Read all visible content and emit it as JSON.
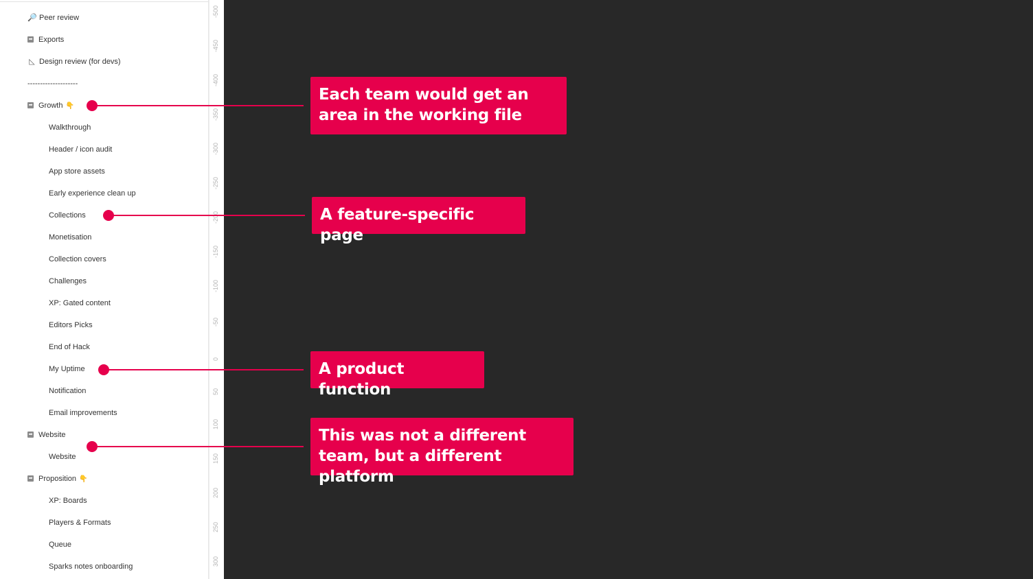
{
  "pages": [
    {
      "label": "Peer review",
      "icon": "🔎",
      "iconName": "magnifier-icon",
      "indent": 0
    },
    {
      "label": "Exports",
      "icon": "➡",
      "iconName": "arrow-box-icon",
      "indent": 0
    },
    {
      "label": "Design review (for devs)",
      "icon": "◺",
      "iconName": "triangle-ruler-icon",
      "indent": 0
    },
    {
      "label": "--------------------",
      "indent": 0,
      "divider": true
    },
    {
      "label": "Growth",
      "icon": "➡",
      "iconName": "arrow-box-icon",
      "indent": 0,
      "trail": "👇"
    },
    {
      "label": "Walkthrough",
      "indent": 1
    },
    {
      "label": "Header / icon audit",
      "indent": 1
    },
    {
      "label": "App store assets",
      "indent": 1
    },
    {
      "label": "Early experience clean up",
      "indent": 1
    },
    {
      "label": "Collections",
      "indent": 1
    },
    {
      "label": "Monetisation",
      "indent": 1
    },
    {
      "label": "Collection covers",
      "indent": 1
    },
    {
      "label": "Challenges",
      "indent": 1
    },
    {
      "label": "XP: Gated content",
      "indent": 1
    },
    {
      "label": "Editors Picks",
      "indent": 1
    },
    {
      "label": "End of Hack",
      "indent": 1
    },
    {
      "label": "My Uptime",
      "indent": 1
    },
    {
      "label": "Notification",
      "indent": 1
    },
    {
      "label": "Email improvements",
      "indent": 1
    },
    {
      "label": "Website",
      "icon": "➡",
      "iconName": "arrow-box-icon",
      "indent": 0
    },
    {
      "label": "Website",
      "indent": 1
    },
    {
      "label": "Proposition",
      "icon": "➡",
      "iconName": "arrow-box-icon",
      "indent": 0,
      "trail": "👇"
    },
    {
      "label": "XP: Boards",
      "indent": 1
    },
    {
      "label": "Players & Formats",
      "indent": 1
    },
    {
      "label": "Queue",
      "indent": 1
    },
    {
      "label": "Sparks notes onboarding",
      "indent": 1
    }
  ],
  "ruler": [
    "-500",
    "-450",
    "-400",
    "-350",
    "-300",
    "-250",
    "-200",
    "-150",
    "-100",
    "-50",
    "0",
    "50",
    "100",
    "150",
    "200",
    "250",
    "300"
  ],
  "callouts": [
    {
      "text": "Each team would get an area in the working file"
    },
    {
      "text": "A feature-specific page"
    },
    {
      "text": "A product function"
    },
    {
      "text": "This was not a different team, but a different platform"
    }
  ],
  "colors": {
    "accent": "#e6004c",
    "canvas": "#282828"
  }
}
